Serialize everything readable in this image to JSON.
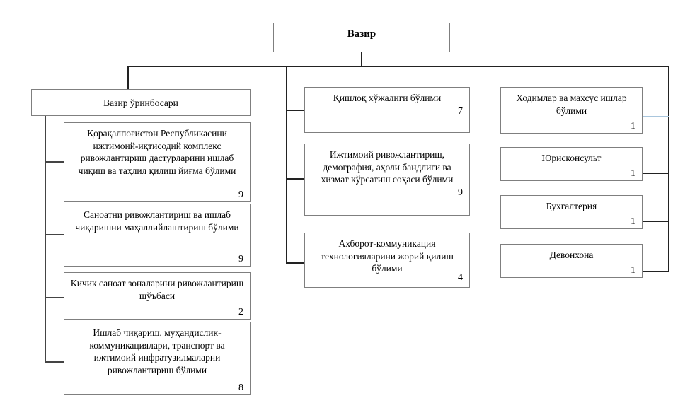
{
  "diagram": {
    "title_node": {
      "label": "Вазир"
    },
    "branches": {
      "deputy": {
        "header": {
          "label": "Вазир ўринбосари"
        },
        "departments": [
          {
            "label": "Қорақалпоғистон Республикасини ижтимоий-иқтисодий комплекс ривожлантириш дастурларини ишлаб чиқиш ва таҳлил қилиш йиғма бўлими",
            "count": "9"
          },
          {
            "label": "Саноатни ривожлантириш ва ишлаб чиқаришни маҳаллийлаштириш бўлими",
            "count": "9"
          },
          {
            "label": "Кичик саноат зоналарини ривожлантириш шўъбаси",
            "count": "2"
          },
          {
            "label": "Ишлаб чиқариш, муҳандислик-коммуникациялари, транспорт ва ижтимоий инфратузилмаларни ривожлантириш бўлими",
            "count": "8"
          }
        ]
      },
      "middle": {
        "departments": [
          {
            "label": "Қишлоқ хўжалиги бўлими",
            "count": "7"
          },
          {
            "label": "Ижтимоий ривожлантириш, демография, аҳоли бандлиги ва хизмат кўрсатиш соҳаси бўлими",
            "count": "9"
          },
          {
            "label": "Ахборот-коммуникация технологияларини жорий қилиш бўлими",
            "count": "4"
          }
        ]
      },
      "right": {
        "departments": [
          {
            "label": "Ходимлар ва махсус ишлар бўлими",
            "count": "1"
          },
          {
            "label": "Юрисконсульт",
            "count": "1"
          },
          {
            "label": "Бухгалтерия",
            "count": "1"
          },
          {
            "label": "Девонхона",
            "count": "1"
          }
        ]
      }
    },
    "colors": {
      "box_border": "#7f7f7f",
      "connector": "#222222",
      "connector_accent": "#a9c6dd",
      "background": "#ffffff",
      "text": "#000000"
    }
  }
}
